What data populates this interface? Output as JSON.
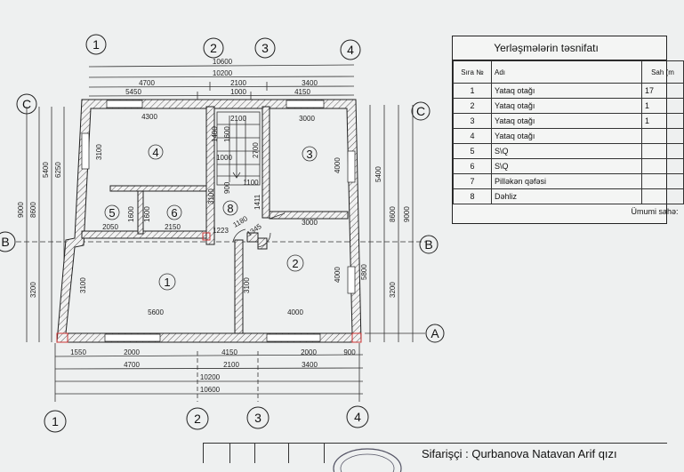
{
  "axes": {
    "num1": "1",
    "num2": "2",
    "num3": "3",
    "num4": "4",
    "letA": "A",
    "letB": "B",
    "letC": "C"
  },
  "top_dims": {
    "row1": [
      "10600"
    ],
    "row2": [
      "10200"
    ],
    "row3": [
      "4700",
      "2100",
      "3400"
    ],
    "row4": [
      "5450",
      "1000",
      "4150"
    ]
  },
  "bottom_dims": {
    "row1": [
      "1550",
      "2000",
      "4150",
      "2000",
      "900"
    ],
    "row2": [
      "4700",
      "2100",
      "3400"
    ],
    "row3": [
      "10200"
    ],
    "row4": [
      "10600"
    ]
  },
  "left_dims": [
    "9000",
    "8600",
    "5400",
    "6250",
    "3200"
  ],
  "right_dims": [
    "5400",
    "8600",
    "9000",
    "5800",
    "3200"
  ],
  "inner_dims": {
    "r4_w": "4300",
    "r4_h": "3100",
    "r3_w": "3000",
    "r3_h": "4000",
    "stair_w": "2100",
    "stair_h": "2700",
    "d1400": "1400",
    "d1600a": "1600",
    "d1000": "1000",
    "d900": "900",
    "d1100": "1100",
    "d1411": "1411",
    "r5_w": "2050",
    "r5_h": "1600",
    "r6_w": "2150",
    "r6_h": "1600",
    "r8_w": "1223",
    "r8_h": "3100",
    "d1180": "1180",
    "d1345": "1345",
    "r2_top": "3000",
    "r1_h": "3100",
    "r1_w": "5600",
    "r2_w": "4000",
    "r2_h": "4000",
    "r2_h2": "3100"
  },
  "rooms": {
    "r1": "1",
    "r2": "2",
    "r3": "3",
    "r4": "4",
    "r5": "5",
    "r6": "6",
    "r8": "8"
  },
  "table": {
    "title": "Yerləşmələrin təsnifatı",
    "headers": [
      "Sıra №",
      "Adı",
      "Sah (m"
    ],
    "rows": [
      {
        "no": "1",
        "name": "Yataq otağı",
        "area": "17"
      },
      {
        "no": "2",
        "name": "Yataq otağı",
        "area": "1"
      },
      {
        "no": "3",
        "name": "Yataq otağı",
        "area": "1"
      },
      {
        "no": "4",
        "name": "Yataq otağı",
        "area": ""
      },
      {
        "no": "5",
        "name": "S\\Q",
        "area": ""
      },
      {
        "no": "6",
        "name": "S\\Q",
        "area": ""
      },
      {
        "no": "7",
        "name": "Pilləkən qəfəsi",
        "area": ""
      },
      {
        "no": "8",
        "name": "Dəhliz",
        "area": ""
      }
    ],
    "total_label": "Ümumi sahə:"
  },
  "footer": {
    "customer": "Sifarişçi : Qurbanova Natavan Arif qızı"
  }
}
